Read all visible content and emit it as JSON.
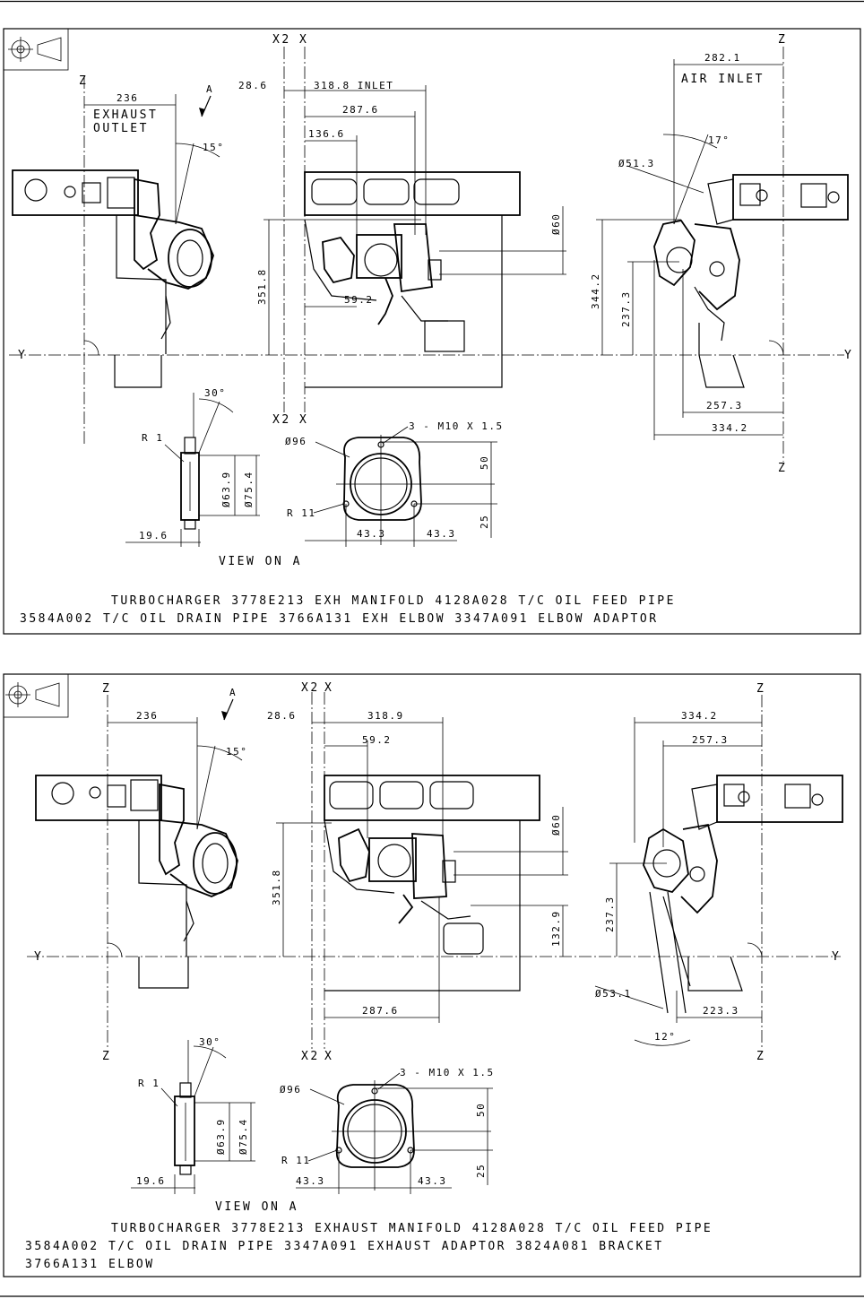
{
  "colors": {
    "ink": "#000000",
    "paper": "#ffffff"
  },
  "icons": {
    "projection_symbol": "third-angle-projection-icon"
  },
  "panel1": {
    "dims": {
      "d236": "236",
      "d28_6": "28.6",
      "d318_inlet": "318.8 INLET",
      "d287_6": "287.6",
      "d136_6": "136.6",
      "d282_1": "282.1",
      "d15": "15°",
      "d17": "17°",
      "d51_3": "Ø51.3",
      "d60": "Ø60",
      "d351_8": "351.8",
      "d344_2": "344.2",
      "d237_3": "237.3",
      "d59_2": "59.2",
      "d257_3": "257.3",
      "d334_2": "334.2"
    },
    "labels": {
      "exhaust": "EXHAUST",
      "outlet": "OUTLET",
      "air_inlet": "AIR INLET",
      "A": "A",
      "Z": "Z",
      "Y": "Y",
      "X2": "X2",
      "X": "X"
    },
    "view": {
      "d30": "30°",
      "r1": "R 1",
      "d63_9": "Ø63.9",
      "d75_4": "Ø75.4",
      "d19_6": "19.6",
      "d96": "Ø96",
      "holes": "3 - M10 X 1.5",
      "d50": "50",
      "d25": "25",
      "r11": "R 11",
      "d43_3a": "43.3",
      "d43_3b": "43.3",
      "title": "VIEW ON A"
    },
    "caption_line1": "TURBOCHARGER  3778E213 EXH MANIFOLD  4128A028 T/C OIL FEED PIPE",
    "caption_line2": "3584A002 T/C OIL DRAIN PIPE  3766A131 EXH ELBOW  3347A091 ELBOW ADAPTOR"
  },
  "panel2": {
    "dims": {
      "d236": "236",
      "d28_6": "28.6",
      "d318_9": "318.9",
      "d59_2": "59.2",
      "d334_2": "334.2",
      "d257_3": "257.3",
      "d15": "15°",
      "d60": "Ø60",
      "d351_8": "351.8",
      "d132_9": "132.9",
      "d237_3": "237.3",
      "d287_6": "287.6",
      "d53_1": "Ø53.1",
      "d223_3": "223.3",
      "d12": "12°"
    },
    "labels": {
      "A": "A",
      "Z": "Z",
      "Y": "Y",
      "X2": "X2",
      "X": "X"
    },
    "view": {
      "d30": "30°",
      "r1": "R 1",
      "d63_9": "Ø63.9",
      "d75_4": "Ø75.4",
      "d19_6": "19.6",
      "d96": "Ø96",
      "holes": "3 - M10 X 1.5",
      "d50": "50",
      "d25": "25",
      "r11": "R 11",
      "d43_3a": "43.3",
      "d43_3b": "43.3",
      "title": "VIEW ON A"
    },
    "caption_line1": "TURBOCHARGER  3778E213 EXHAUST MANIFOLD  4128A028 T/C OIL FEED PIPE",
    "caption_line2": "3584A002 T/C OIL DRAIN PIPE  3347A091 EXHAUST ADAPTOR  3824A081 BRACKET",
    "caption_line3": "3766A131 ELBOW"
  }
}
